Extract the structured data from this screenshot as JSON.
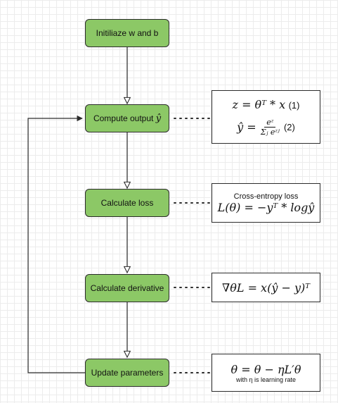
{
  "steps": {
    "init": "Initiliaze w and b",
    "compute_output": "Compute output",
    "compute_output_symbol": "ŷ",
    "loss": "Calculate loss",
    "derivative": "Calculate derivative",
    "update": "Update parameters"
  },
  "formulas": {
    "output": {
      "linear": "z = θᵀ * x",
      "linear_number": "(1)",
      "softmax_lhs": "ŷ =",
      "softmax_numerator": "eᶻ",
      "softmax_denominator": "Σⱼ eᶻʲ",
      "softmax_number": "(2)"
    },
    "loss": {
      "caption": "Cross-entropy loss",
      "equation": "L(θ) = −yᵀ * logŷ"
    },
    "derivative": {
      "equation": "∇θL = x(ŷ − y)ᵀ"
    },
    "update": {
      "equation": "θ = θ − ηL′θ",
      "note": "with η is learning rate"
    }
  },
  "colors": {
    "step_fill": "#8cc866",
    "stroke": "#2c2c2c",
    "grid": "#ececec"
  }
}
